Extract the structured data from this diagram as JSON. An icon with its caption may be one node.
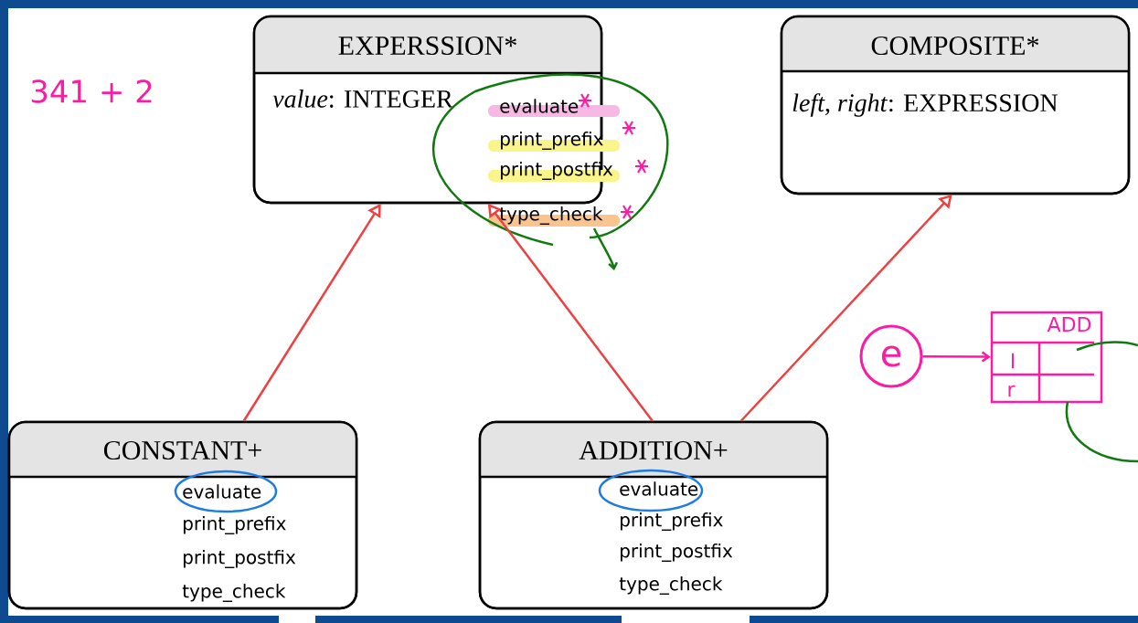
{
  "diagram": {
    "nodes": [
      {
        "text": [
          "EXPERSSION*",
          "*value*: INTEGER",
          "evaluate",
          "print_prefix",
          "print_postfix",
          "type_check"
        ]
      },
      {
        "text": [
          "COMPOSITE*",
          "*left*, *right*: EXPRESSION"
        ]
      },
      {
        "text": [
          "CONSTANT+",
          "evaluate",
          "print_prefix",
          "print_postfix",
          "type_check"
        ]
      },
      {
        "text": [
          "ADDITION+",
          "evaluate",
          "print_prefix",
          "print_postfix",
          "type_check"
        ]
      },
      {
        "text": [
          "e"
        ]
      },
      {
        "text": [
          "ADD",
          "l",
          "r"
        ]
      }
    ],
    "edges": [
      {
        "from": 2,
        "to": 0,
        "arrow": "to"
      },
      {
        "from": 3,
        "to": 0,
        "arrow": "to"
      },
      {
        "from": 3,
        "to": 1,
        "arrow": "to"
      },
      {
        "from": 4,
        "to": 5,
        "arrow": "to",
        "color": "#ff1aa3"
      }
    ],
    "labels": [
      "341 + 2"
    ]
  }
}
